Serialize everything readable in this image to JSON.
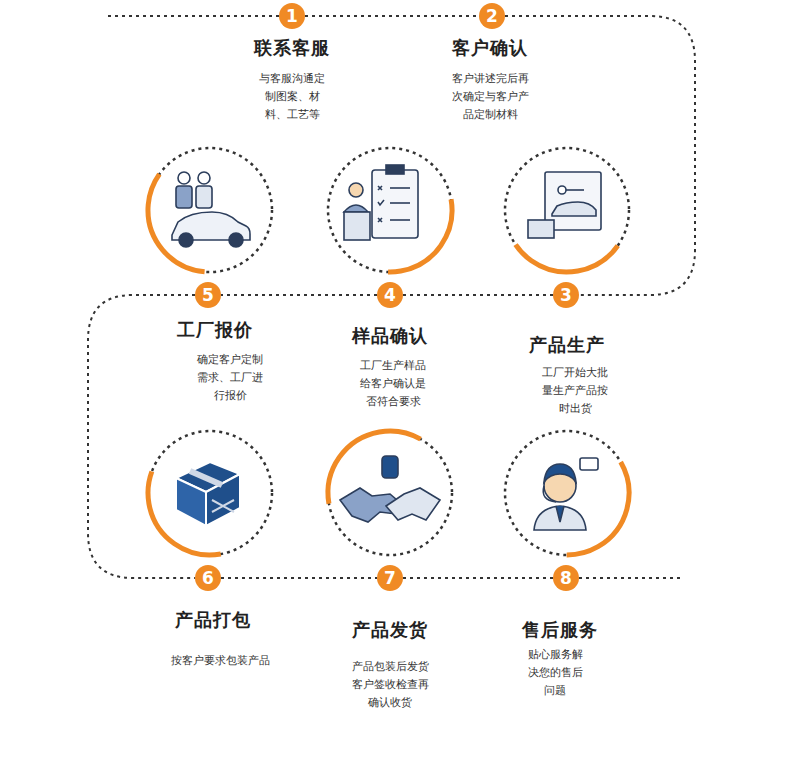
{
  "diagram": {
    "nodes": [
      {
        "text": [
          "1",
          "联系客服",
          "与客服沟通定制图案、材料、工艺等"
        ]
      },
      {
        "text": [
          "2",
          "客户确认",
          "客户讲述完后再次确定与客户产品定制材料"
        ]
      },
      {
        "text": [
          "3",
          "产品生产",
          "工厂开始大批量生产产品按时出货"
        ]
      },
      {
        "text": [
          "4",
          "样品确认",
          "工厂生产样品给客户确认是否符合要求"
        ]
      },
      {
        "text": [
          "5",
          "工厂报价",
          "确定客户定制需求、工厂进行报价"
        ]
      },
      {
        "text": [
          "6",
          "产品打包",
          "按客户要求包装产品"
        ]
      },
      {
        "text": [
          "7",
          "产品发货",
          "产品包装后发货客户签收检查再确认收货"
        ]
      },
      {
        "text": [
          "8",
          "售后服务",
          "贴心服务解决您的售后问题"
        ]
      }
    ],
    "edges": [
      {
        "from": 0,
        "to": 1,
        "arrow": "none"
      },
      {
        "from": 1,
        "to": 2,
        "arrow": "none"
      },
      {
        "from": 2,
        "to": 3,
        "arrow": "none"
      },
      {
        "from": 3,
        "to": 4,
        "arrow": "none"
      },
      {
        "from": 4,
        "to": 5,
        "arrow": "none"
      },
      {
        "from": 5,
        "to": 6,
        "arrow": "none"
      },
      {
        "from": 6,
        "to": 7,
        "arrow": "none"
      }
    ]
  }
}
